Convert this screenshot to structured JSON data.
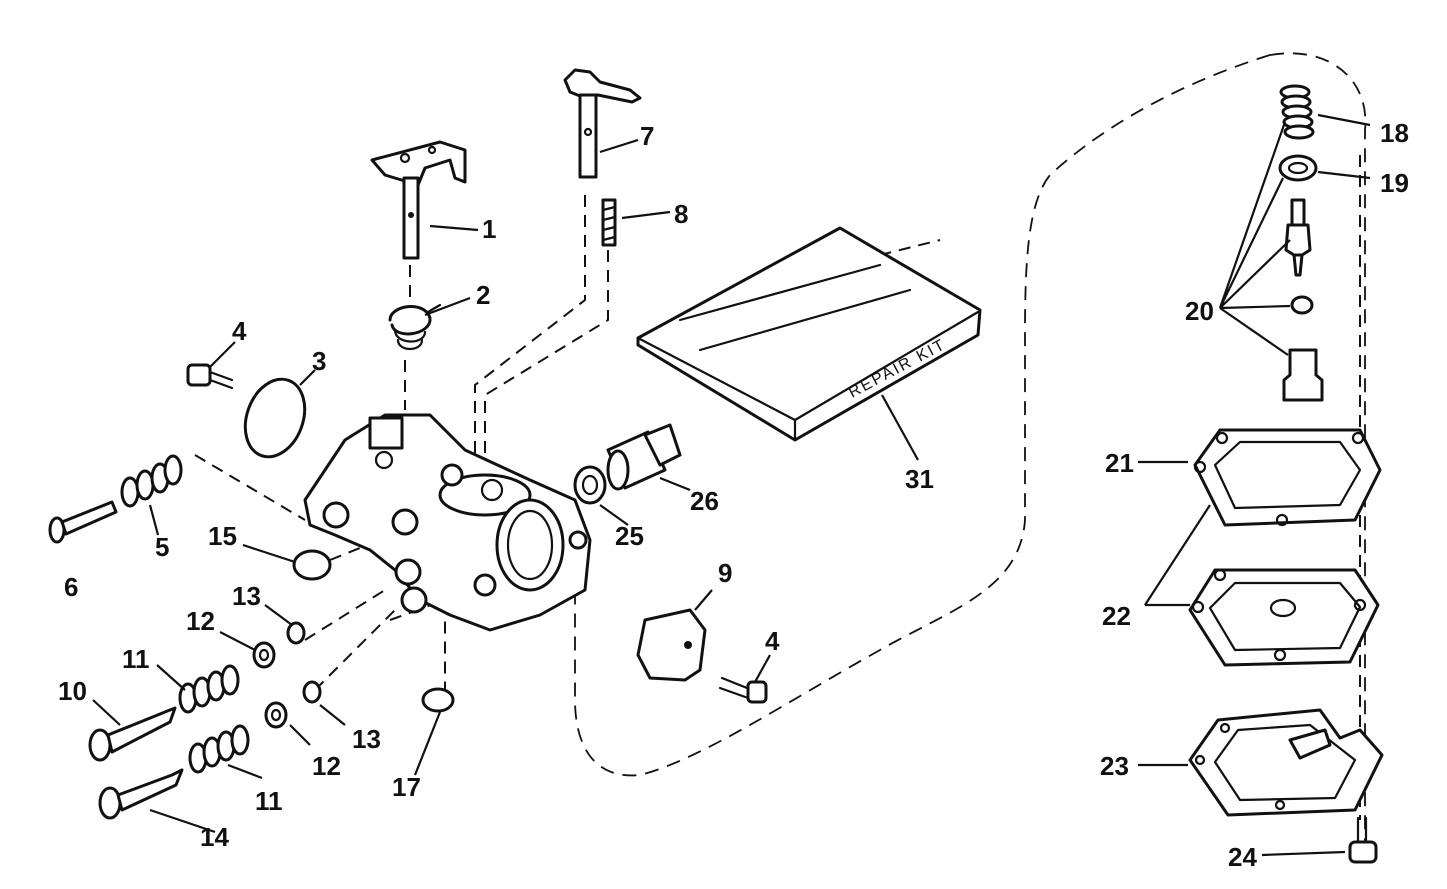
{
  "diagram": {
    "kit_label": "REPAIR KIT",
    "callouts": {
      "c1": "1",
      "c2": "2",
      "c3": "3",
      "c4a": "4",
      "c4b": "4",
      "c5": "5",
      "c6": "6",
      "c7": "7",
      "c8": "8",
      "c9": "9",
      "c10": "10",
      "c11a": "11",
      "c11b": "11",
      "c12a": "12",
      "c12b": "12",
      "c13a": "13",
      "c13b": "13",
      "c14": "14",
      "c15": "15",
      "c17": "17",
      "c18": "18",
      "c19": "19",
      "c20": "20",
      "c21": "21",
      "c22": "22",
      "c23": "23",
      "c24": "24",
      "c25": "25",
      "c26": "26",
      "c31": "31"
    }
  }
}
